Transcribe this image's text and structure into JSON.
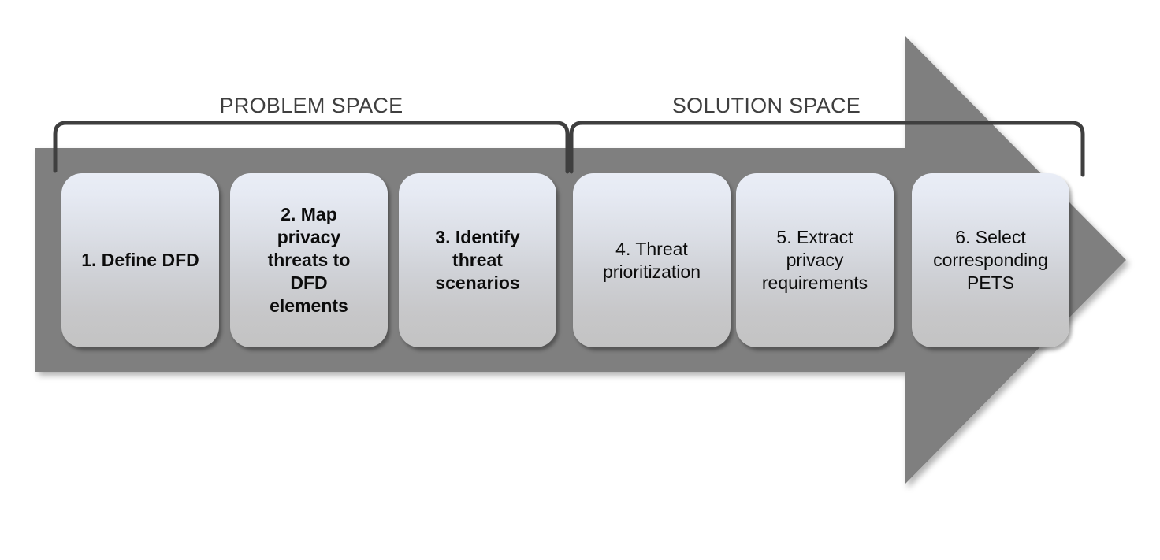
{
  "diagram": {
    "title": "Privacy threat modeling methodology process flow",
    "type": "process-arrow",
    "colors": {
      "arrow_fill": "#7f7f7f",
      "box_gradient_top": "#e9edf6",
      "box_gradient_bottom": "#c3c3c3",
      "brace_stroke": "#3f3f3f",
      "label_text": "#3f3f3f",
      "step_text": "#0c0c0c",
      "background": "#ffffff"
    }
  },
  "phases": [
    {
      "id": "problem-space",
      "label": "PROBLEM SPACE",
      "steps": [
        1,
        2,
        3
      ]
    },
    {
      "id": "solution-space",
      "label": "SOLUTION SPACE",
      "steps": [
        4,
        5,
        6
      ]
    }
  ],
  "steps": [
    {
      "number": "1",
      "label": "1. Define DFD",
      "emphasis": "bold",
      "phase": "problem-space"
    },
    {
      "number": "2",
      "label": "2. Map\nprivacy\nthreats to\nDFD\nelements",
      "emphasis": "bold",
      "phase": "problem-space"
    },
    {
      "number": "3",
      "label": "3. Identify\nthreat\nscenarios",
      "emphasis": "bold",
      "phase": "problem-space"
    },
    {
      "number": "4",
      "label": "4. Threat\nprioritization",
      "emphasis": "regular",
      "phase": "solution-space"
    },
    {
      "number": "5",
      "label": "5. Extract\nprivacy\nrequirements",
      "emphasis": "regular",
      "phase": "solution-space"
    },
    {
      "number": "6",
      "label": "6. Select\ncorresponding\nPETS",
      "emphasis": "regular",
      "phase": "solution-space"
    }
  ]
}
